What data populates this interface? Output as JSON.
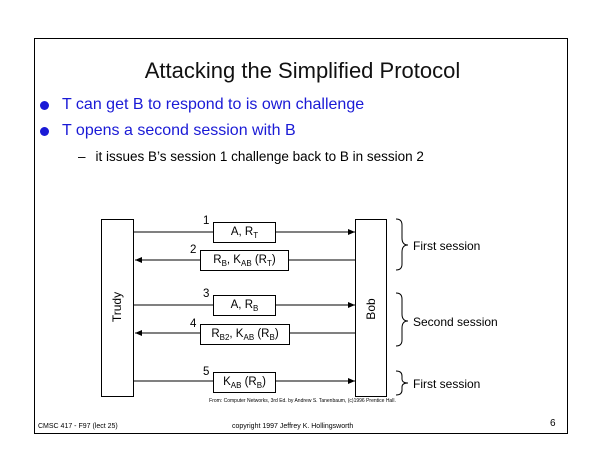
{
  "slide": {
    "title": "Attacking the Simplified Protocol",
    "bullets": [
      "T can get B to respond to is own challenge",
      "T opens a second session with B"
    ],
    "sub_bullet": "it issues B’s session 1 challenge back to B in session 2",
    "sub_bullet_marker": "–",
    "colors": {
      "bullet_text": "#1a1ad6",
      "text": "#000000",
      "background": "#ffffff"
    }
  },
  "diagram": {
    "actors": {
      "left": "Trudy",
      "right": "Bob"
    },
    "messages": [
      {
        "num": "1",
        "text": "A, R",
        "sub": "T",
        "tail": ""
      },
      {
        "num": "2",
        "text": "R",
        "sub": "B",
        "text2": ", K",
        "sub2": "AB",
        "tail": " (R",
        "sub3": "T",
        "tail2": ")"
      },
      {
        "num": "3",
        "text": "A, R",
        "sub": "B",
        "tail": ""
      },
      {
        "num": "4",
        "text": "R",
        "sub": "B2",
        "text2": ", K",
        "sub2": "AB",
        "tail": " (R",
        "sub3": "B",
        "tail2": ")"
      },
      {
        "num": "5",
        "text": "K",
        "sub": "AB",
        "tail": " (R",
        "sub3": "B",
        "tail2": ")"
      }
    ],
    "sessions": [
      "First session",
      "Second session",
      "First session"
    ]
  },
  "credit": "From: Computer Networks, 3rd Ed. by Andrew S. Tanenbaum, (c)1996 Prentice Hall.",
  "footer": {
    "left": "CMSC 417 - F97  (lect 25)",
    "center": "copyright 1997  Jeffrey K. Hollingsworth",
    "page": "6"
  }
}
